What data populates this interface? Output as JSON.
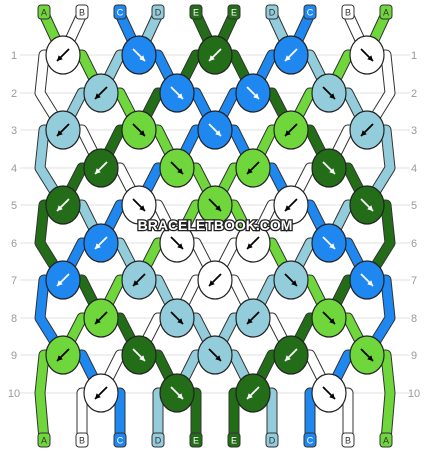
{
  "watermark": "BRACELETBOOK.COM",
  "colors": {
    "A": "#6fd63c",
    "B": "#ffffff",
    "C": "#1e87f0",
    "D": "#93ccdb",
    "E": "#236d18"
  },
  "threads": {
    "top": [
      "A",
      "B",
      "C",
      "D",
      "E",
      "E",
      "D",
      "C",
      "B",
      "A"
    ],
    "bottom": [
      "A",
      "B",
      "C",
      "D",
      "E",
      "E",
      "D",
      "C",
      "B",
      "A"
    ]
  },
  "row_labels": [
    "1",
    "2",
    "3",
    "4",
    "5",
    "6",
    "7",
    "8",
    "9",
    "10"
  ],
  "knots": [
    [
      {
        "c": "B",
        "d": "bl"
      },
      {
        "c": "C",
        "d": "br"
      },
      {
        "c": "E",
        "d": "bl"
      },
      {
        "c": "C",
        "d": "bl"
      },
      {
        "c": "B",
        "d": "br"
      }
    ],
    [
      {
        "c": "D",
        "d": "bl"
      },
      {
        "c": "C",
        "d": "br"
      },
      {
        "c": "C",
        "d": "br"
      },
      {
        "c": "D",
        "d": "br"
      }
    ],
    [
      {
        "c": "D",
        "d": "bl"
      },
      {
        "c": "A",
        "d": "br"
      },
      {
        "c": "C",
        "d": "br"
      },
      {
        "c": "A",
        "d": "bl"
      },
      {
        "c": "D",
        "d": "bl"
      }
    ],
    [
      {
        "c": "E",
        "d": "bl"
      },
      {
        "c": "A",
        "d": "br"
      },
      {
        "c": "A",
        "d": "bl"
      },
      {
        "c": "E",
        "d": "br"
      }
    ],
    [
      {
        "c": "E",
        "d": "bl"
      },
      {
        "c": "B",
        "d": "br"
      },
      {
        "c": "A",
        "d": "br"
      },
      {
        "c": "B",
        "d": "bl"
      },
      {
        "c": "E",
        "d": "br"
      }
    ],
    [
      {
        "c": "C",
        "d": "bl"
      },
      {
        "c": "B",
        "d": "br"
      },
      {
        "c": "B",
        "d": "bl"
      },
      {
        "c": "C",
        "d": "br"
      }
    ],
    [
      {
        "c": "C",
        "d": "bl"
      },
      {
        "c": "D",
        "d": "bl"
      },
      {
        "c": "B",
        "d": "bl"
      },
      {
        "c": "D",
        "d": "br"
      },
      {
        "c": "C",
        "d": "br"
      }
    ],
    [
      {
        "c": "A",
        "d": "bl"
      },
      {
        "c": "D",
        "d": "br"
      },
      {
        "c": "D",
        "d": "bl"
      },
      {
        "c": "A",
        "d": "br"
      }
    ],
    [
      {
        "c": "A",
        "d": "bl"
      },
      {
        "c": "E",
        "d": "br"
      },
      {
        "c": "D",
        "d": "br"
      },
      {
        "c": "E",
        "d": "bl"
      },
      {
        "c": "A",
        "d": "br"
      }
    ],
    [
      {
        "c": "B",
        "d": "bl"
      },
      {
        "c": "E",
        "d": "br"
      },
      {
        "c": "E",
        "d": "bl"
      },
      {
        "c": "B",
        "d": "br"
      }
    ]
  ]
}
